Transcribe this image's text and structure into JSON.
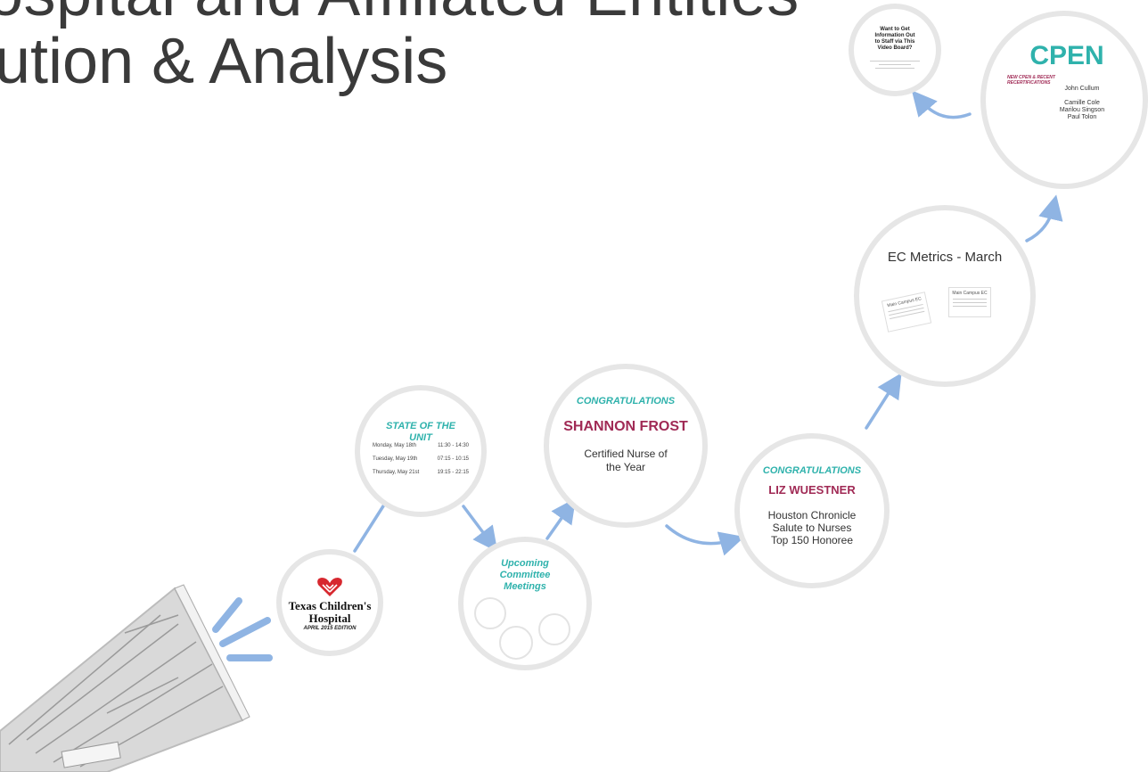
{
  "title": {
    "line1": "ospital and Affiliated Entities",
    "line2": "ution & Analysis"
  },
  "logo_frame": {
    "brand_name": "Texas Children's",
    "brand_name2": "Hospital",
    "edition": "APRIL 2015 EDITION",
    "logo_icon": "texas-childrens-heart-logo"
  },
  "state_of_unit": {
    "heading": "STATE OF THE UNIT",
    "rows": [
      {
        "day": "Monday, May 18th",
        "time": "11:30 - 14:30"
      },
      {
        "day": "Tuesday, May 19th",
        "time": "07:15 - 10:15"
      },
      {
        "day": "Thursday, May 21st",
        "time": "19:15 - 22:15"
      }
    ]
  },
  "committee": {
    "heading": "Upcoming Committee Meetings"
  },
  "shannon": {
    "heading": "CONGRATULATIONS",
    "name": "SHANNON FROST",
    "award": "Certified Nurse of the Year"
  },
  "liz": {
    "heading": "CONGRATULATIONS",
    "name": "LIZ WUESTNER",
    "award_line1": "Houston Chronicle",
    "award_line2": "Salute to Nurses",
    "award_line3": "Top 150 Honoree"
  },
  "metrics": {
    "heading": "EC Metrics - March",
    "card1_title": "Main Campus EC",
    "card2_title": "Main Campus EC"
  },
  "cpen": {
    "heading": "CPEN",
    "subheading": "NEW CPEN & RECENT RECERTIFICATIONS",
    "names": [
      "John Cullum",
      "Camille Cole",
      "Marilou Singson",
      "Paul Tolon"
    ]
  },
  "video_board": {
    "heading": "Want to Get Information Out to Staff via This Video Board?"
  },
  "colors": {
    "teal": "#2fb2ac",
    "maroon": "#a02a55",
    "arrow": "#8fb4e3",
    "frame_border": "#e6e6e6",
    "logo_red": "#d7282f"
  },
  "icons": [
    "megaphone-newspaper-icon",
    "texas-childrens-heart-logo"
  ]
}
